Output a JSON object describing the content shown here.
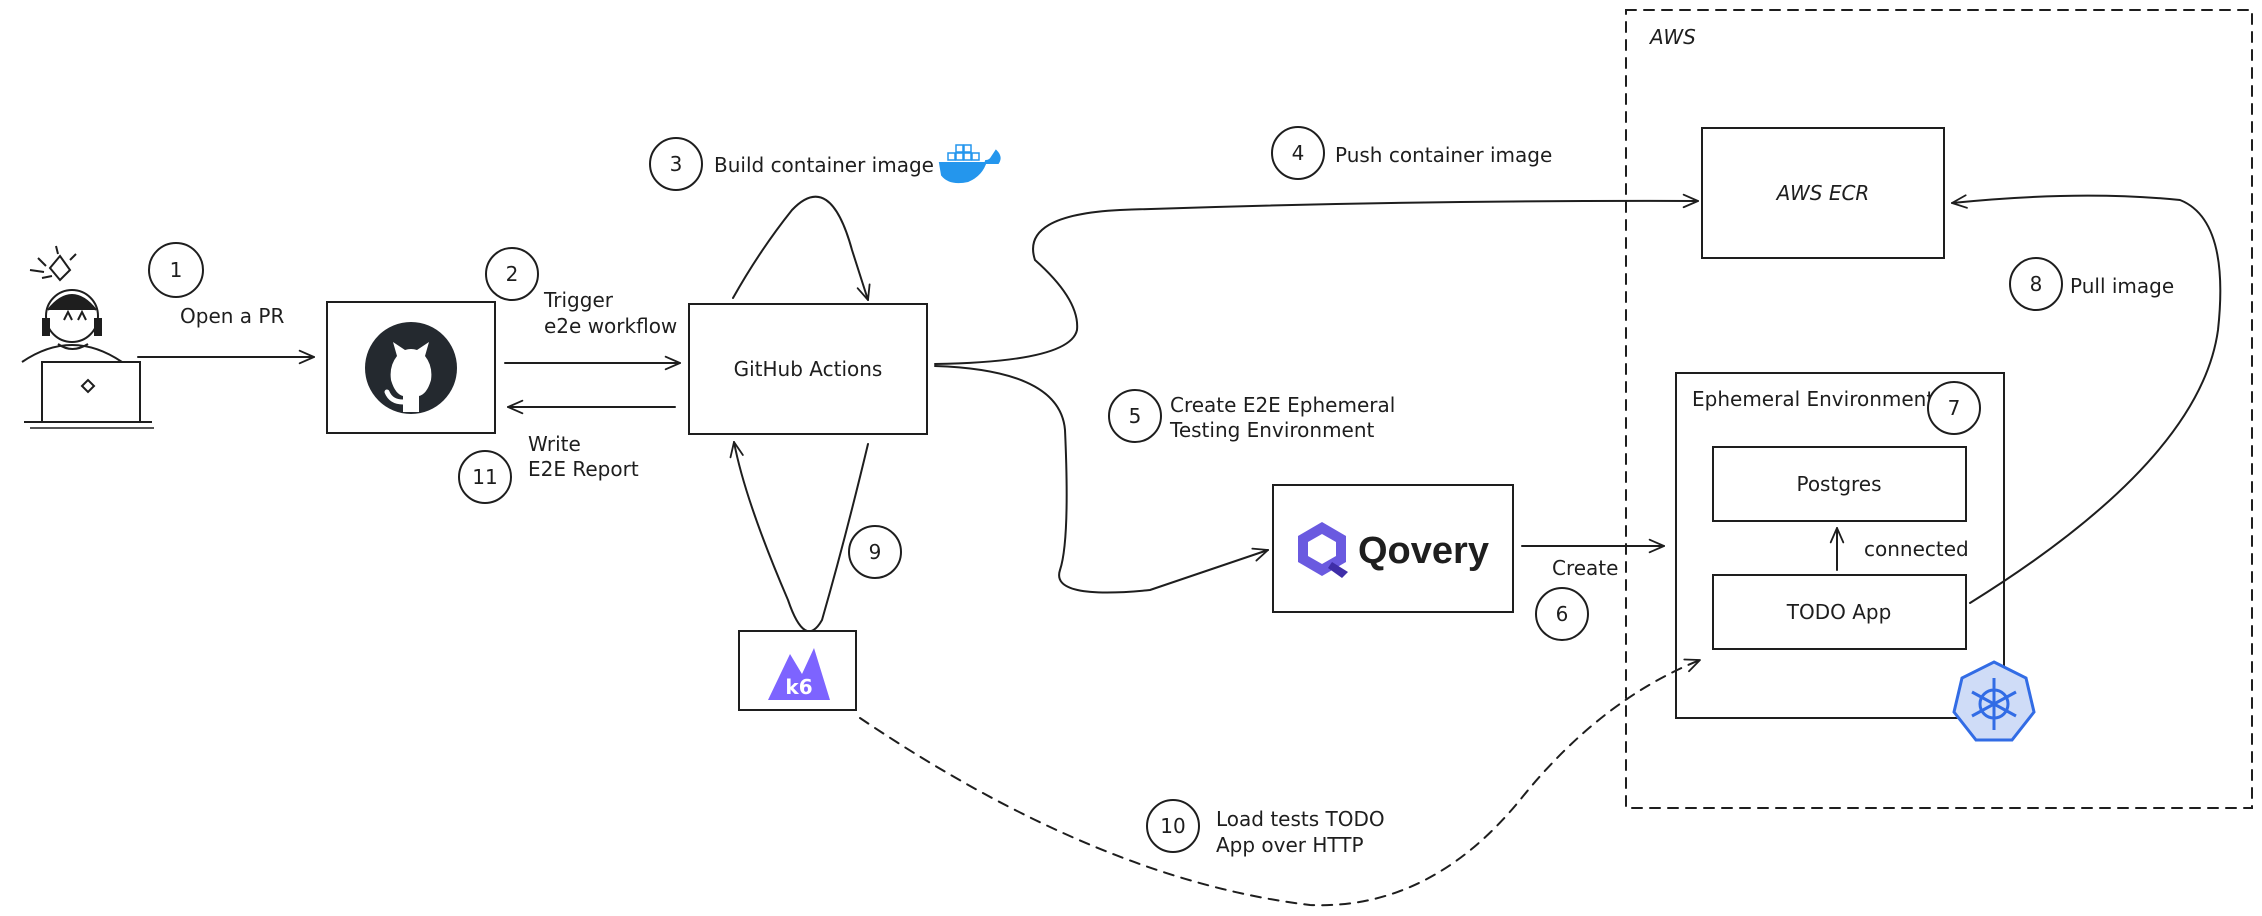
{
  "regions": {
    "aws": "AWS",
    "ephemeral_env": "Ephemeral Environment"
  },
  "nodes": {
    "github_actions": "GitHub Actions",
    "aws_ecr": "AWS ECR",
    "postgres": "Postgres",
    "todo_app": "TODO App",
    "qovery": "Qovery",
    "k6": "k6"
  },
  "steps": [
    {
      "num": "1",
      "label": "Open a PR"
    },
    {
      "num": "2",
      "label_line1": "Trigger",
      "label_line2": "e2e workflow"
    },
    {
      "num": "3",
      "label": "Build container image"
    },
    {
      "num": "4",
      "label": "Push container image"
    },
    {
      "num": "5",
      "label_line1": "Create E2E Ephemeral",
      "label_line2": "Testing Environment"
    },
    {
      "num": "6",
      "label": "Create"
    },
    {
      "num": "7"
    },
    {
      "num": "8",
      "label": "Pull image"
    },
    {
      "num": "9"
    },
    {
      "num": "10",
      "label_line1": "Load tests TODO",
      "label_line2": "App over HTTP"
    },
    {
      "num": "11",
      "label_line1": "Write",
      "label_line2": "E2E Report"
    }
  ],
  "connections": {
    "todo_to_postgres": "connected"
  },
  "icons": [
    "developer-icon",
    "github-icon",
    "docker-icon",
    "qovery-logo-icon",
    "k6-logo-icon",
    "kubernetes-icon"
  ],
  "colors": {
    "stroke": "#1e1e1e",
    "docker": "#2496ed",
    "qovery": "#6a5ae0",
    "k6": "#7d64ff",
    "kubernetes": "#326ce5"
  }
}
